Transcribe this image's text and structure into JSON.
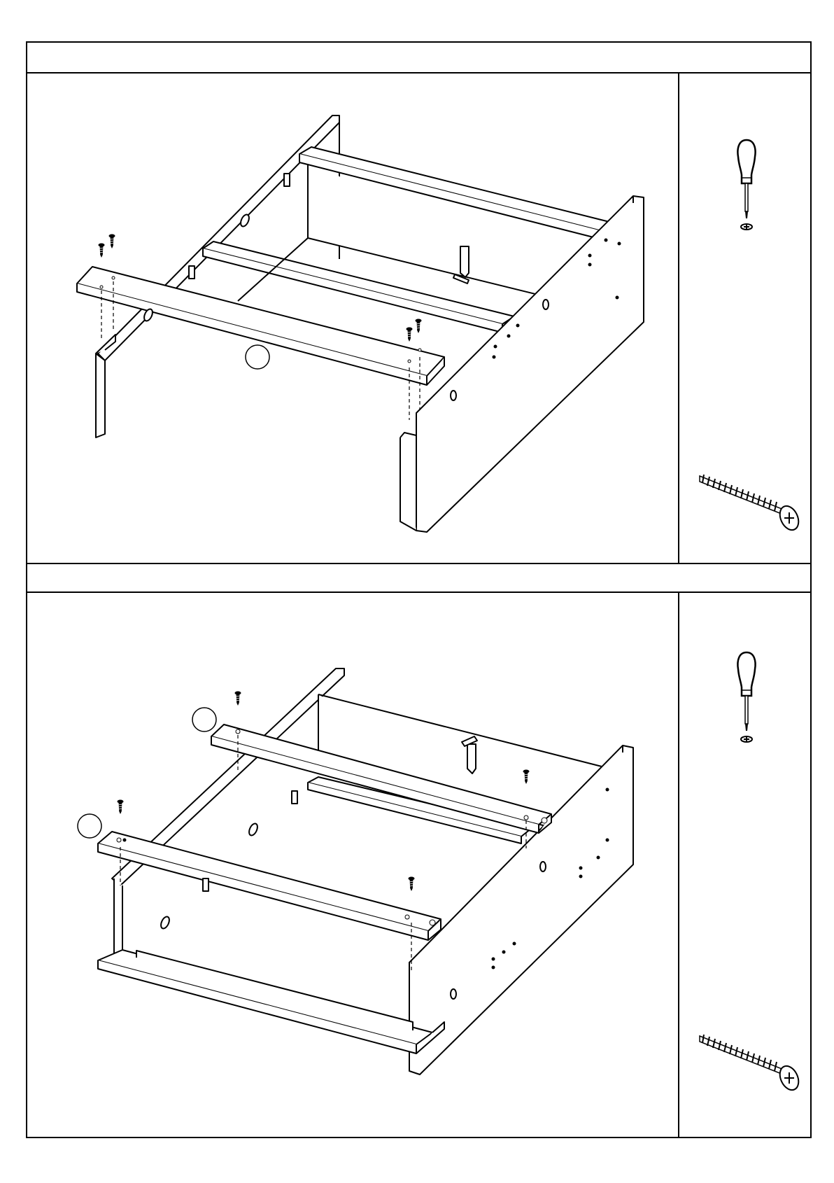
{
  "document": {
    "type": "assembly-instructions-page",
    "steps": [
      {
        "header": "",
        "tools": [
          "phillips-screwdriver",
          "wood-screw"
        ],
        "callouts": [
          ""
        ]
      },
      {
        "header": "",
        "tools": [
          "phillips-screwdriver",
          "wood-screw"
        ],
        "callouts": [
          "",
          ""
        ]
      }
    ]
  },
  "colors": {
    "line": "#000000",
    "background": "#ffffff"
  }
}
